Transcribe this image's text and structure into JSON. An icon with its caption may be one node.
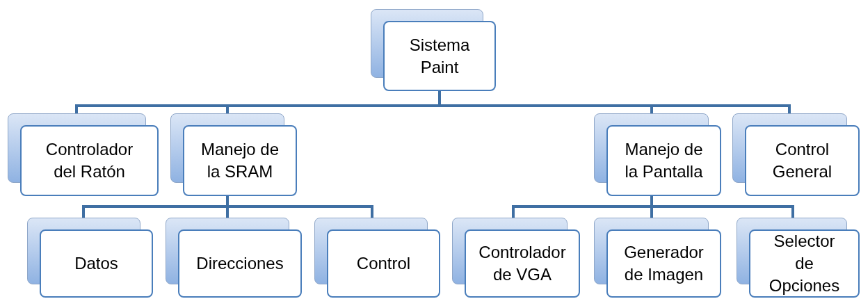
{
  "diagram": {
    "nodes": [
      {
        "text": [
          "Sistema Paint"
        ]
      },
      {
        "text": [
          "Controlador del Ratón"
        ]
      },
      {
        "text": [
          "Manejo de la SRAM"
        ]
      },
      {
        "text": [
          "Manejo de la Pantalla"
        ]
      },
      {
        "text": [
          "Control General"
        ]
      },
      {
        "text": [
          "Datos"
        ]
      },
      {
        "text": [
          "Direcciones"
        ]
      },
      {
        "text": [
          "Control"
        ]
      },
      {
        "text": [
          "Controlador de VGA"
        ]
      },
      {
        "text": [
          "Generador de Imagen"
        ]
      },
      {
        "text": [
          "Selector de Opciones"
        ]
      }
    ],
    "edges": [
      {
        "from": 0,
        "to": 1,
        "arrow": "none"
      },
      {
        "from": 0,
        "to": 2,
        "arrow": "none"
      },
      {
        "from": 0,
        "to": 3,
        "arrow": "none"
      },
      {
        "from": 0,
        "to": 4,
        "arrow": "none"
      },
      {
        "from": 2,
        "to": 5,
        "arrow": "none"
      },
      {
        "from": 2,
        "to": 6,
        "arrow": "none"
      },
      {
        "from": 2,
        "to": 7,
        "arrow": "none"
      },
      {
        "from": 3,
        "to": 8,
        "arrow": "none"
      },
      {
        "from": 3,
        "to": 9,
        "arrow": "none"
      },
      {
        "from": 3,
        "to": 10,
        "arrow": "none"
      }
    ]
  }
}
